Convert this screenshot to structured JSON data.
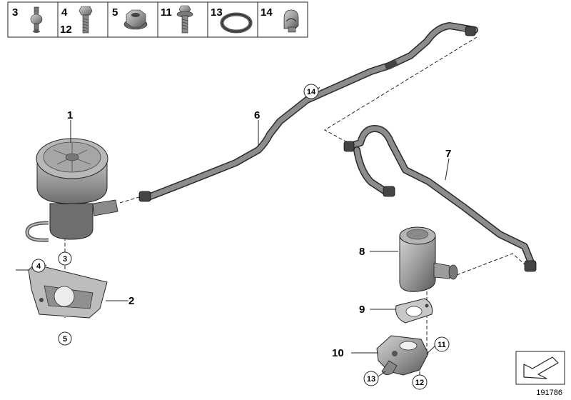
{
  "legend": {
    "cells": [
      {
        "labels": [
          "3"
        ],
        "icon": "rubber-mount-icon"
      },
      {
        "labels": [
          "4",
          "12"
        ],
        "icon": "hex-bolt-icon"
      },
      {
        "labels": [
          "5"
        ],
        "icon": "flange-nut-icon"
      },
      {
        "labels": [
          "11"
        ],
        "icon": "collar-bolt-icon"
      },
      {
        "labels": [
          "13"
        ],
        "icon": "o-ring-icon"
      },
      {
        "labels": [
          "14"
        ],
        "icon": "hose-clip-icon"
      }
    ]
  },
  "callouts": {
    "c1": "1",
    "c2": "2",
    "c6": "6",
    "c7": "7",
    "c8": "8",
    "c9": "9",
    "c10": "10"
  },
  "circled": {
    "c3": "3",
    "c4": "4",
    "c5": "5",
    "c11": "11",
    "c12": "12",
    "c13": "13",
    "c14": "14"
  },
  "diagram_id": "191786",
  "colors": {
    "part_fill": "#9a9a9a",
    "part_dark": "#5e5e5e",
    "outline": "#1a1a1a",
    "hose": "#808080"
  }
}
